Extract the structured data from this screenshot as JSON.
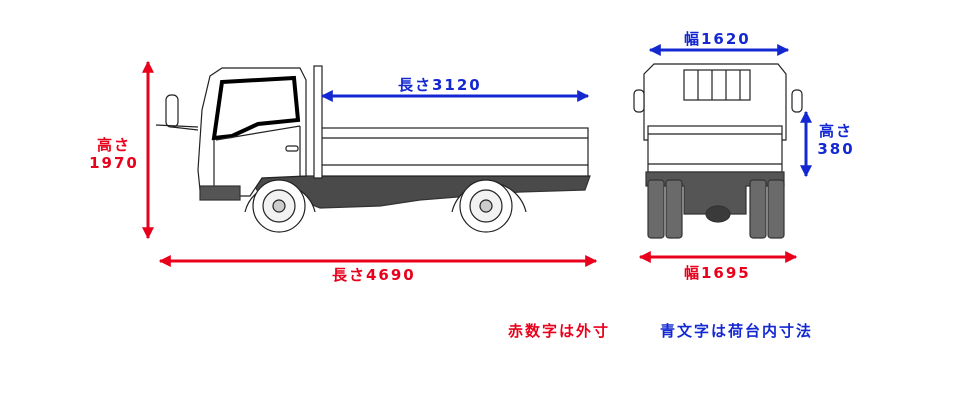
{
  "colors": {
    "outer": "#e8001c",
    "inner": "#1428d2",
    "body": "#ffffff",
    "shadow": "#555555",
    "line": "#222222"
  },
  "side_view": {
    "height_label": "高さ",
    "height_value": "1970",
    "length_label": "長さ4690",
    "bed_length_label": "長さ3120"
  },
  "rear_view": {
    "width_label": "幅1695",
    "bed_width_label": "幅1620",
    "bed_height_label": "高さ",
    "bed_height_value": "380"
  },
  "legend": {
    "outer_note": "赤数字は外寸",
    "inner_note": "青文字は荷台内寸法"
  }
}
